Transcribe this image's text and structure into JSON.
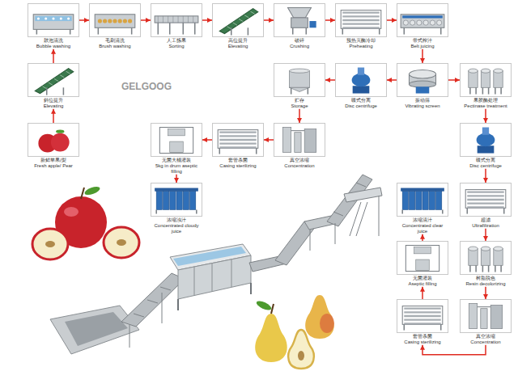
{
  "diagram": {
    "nodes": [
      {
        "text": [
          "鼓泡清洗",
          "Bubble washing"
        ]
      },
      {
        "text": [
          "毛刷清洗",
          "Brush washing"
        ]
      },
      {
        "text": [
          "人工拣果",
          "Sorting"
        ]
      },
      {
        "text": [
          "高位提升",
          "Elevating"
        ]
      },
      {
        "text": [
          "破碎",
          "Crushing"
        ]
      },
      {
        "text": [
          "预热灭酶冷却",
          "Preheating"
        ]
      },
      {
        "text": [
          "带式榨汁",
          "Belt juicing"
        ]
      },
      {
        "text": [
          "斜位提升",
          "Elevating"
        ]
      },
      {
        "text": [
          "贮存",
          "Storage"
        ]
      },
      {
        "text": [
          "碟式分离",
          "Disc centrifuge"
        ]
      },
      {
        "text": [
          "振动筛",
          "Vibrating screen"
        ]
      },
      {
        "text": [
          "果胶酶处理",
          "Pectinase treatment"
        ]
      },
      {
        "text": [
          "新鲜苹果/梨",
          "Fresh apple/ Pear"
        ]
      },
      {
        "text": [
          "无菌大桶灌装",
          "5kg in drum aseptic filling"
        ]
      },
      {
        "text": [
          "套管杀菌",
          "Casing sterilizing"
        ]
      },
      {
        "text": [
          "真空浓缩",
          "Concentration"
        ]
      },
      {
        "text": [
          "碟式分离",
          "Disc centrifuge"
        ]
      },
      {
        "text": [
          "浓缩浊汁",
          "Concentrated cloudy juice"
        ]
      },
      {
        "text": [
          "浓缩清汁",
          "Concentrated clear juice"
        ]
      },
      {
        "text": [
          "超滤",
          "Ultrafiltration"
        ]
      },
      {
        "text": [
          "无菌灌装",
          "Aseptic filling"
        ]
      },
      {
        "text": [
          "树脂脱色",
          "Resin decolorizing"
        ]
      },
      {
        "text": [
          "套管杀菌",
          "Casing sterilizing"
        ]
      },
      {
        "text": [
          "真空浓缩",
          "Concentration"
        ]
      }
    ],
    "edges": [
      {
        "from": 12,
        "to": 7,
        "arrow": "to"
      },
      {
        "from": 7,
        "to": 0,
        "arrow": "to"
      },
      {
        "from": 0,
        "to": 1,
        "arrow": "to"
      },
      {
        "from": 1,
        "to": 2,
        "arrow": "to"
      },
      {
        "from": 2,
        "to": 3,
        "arrow": "to"
      },
      {
        "from": 3,
        "to": 4,
        "arrow": "to"
      },
      {
        "from": 4,
        "to": 5,
        "arrow": "to"
      },
      {
        "from": 5,
        "to": 6,
        "arrow": "to"
      },
      {
        "from": 6,
        "to": 10,
        "arrow": "to"
      },
      {
        "from": 10,
        "to": 9,
        "arrow": "to"
      },
      {
        "from": 9,
        "to": 8,
        "arrow": "to"
      },
      {
        "from": 8,
        "to": 15,
        "arrow": "to"
      },
      {
        "from": 15,
        "to": 14,
        "arrow": "to"
      },
      {
        "from": 14,
        "to": 13,
        "arrow": "to"
      },
      {
        "from": 13,
        "to": 17,
        "arrow": "to"
      },
      {
        "from": 10,
        "to": 11,
        "arrow": "to"
      },
      {
        "from": 11,
        "to": 16,
        "arrow": "to"
      },
      {
        "from": 16,
        "to": 19,
        "arrow": "to"
      },
      {
        "from": 19,
        "to": 21,
        "arrow": "to"
      },
      {
        "from": 21,
        "to": 23,
        "arrow": "to"
      },
      {
        "from": 23,
        "to": 22,
        "arrow": "to"
      },
      {
        "from": 22,
        "to": 20,
        "arrow": "to"
      },
      {
        "from": 20,
        "to": 18,
        "arrow": "to"
      }
    ],
    "labels": [
      "GELGOOG"
    ]
  }
}
